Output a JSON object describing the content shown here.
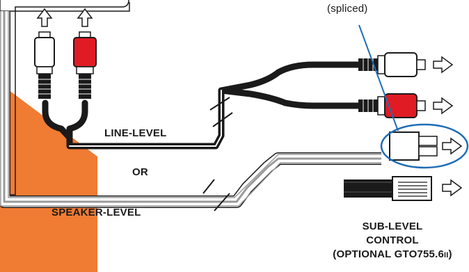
{
  "labels": {
    "spliced_note": "(spliced)",
    "line_level": "LINE-LEVEL",
    "or": "OR",
    "speaker_level": "SPEAKER-LEVEL",
    "sub_level_line1": "SUB-LEVEL",
    "sub_level_line2": "CONTROL",
    "sub_level_line3": "(OPTIONAL GTO755.6",
    "sub_level_line3_suffix": "II",
    "sub_level_line3_close": ")"
  },
  "colors": {
    "orange_accent": "#f07b33",
    "red_plug": "#e01b24",
    "callout_blue": "#1f6db5",
    "wire_black": "#1a1a1a"
  },
  "icons": {
    "up_arrow": "outline-up-arrow-icon",
    "right_arrow": "outline-right-arrow-icon"
  }
}
